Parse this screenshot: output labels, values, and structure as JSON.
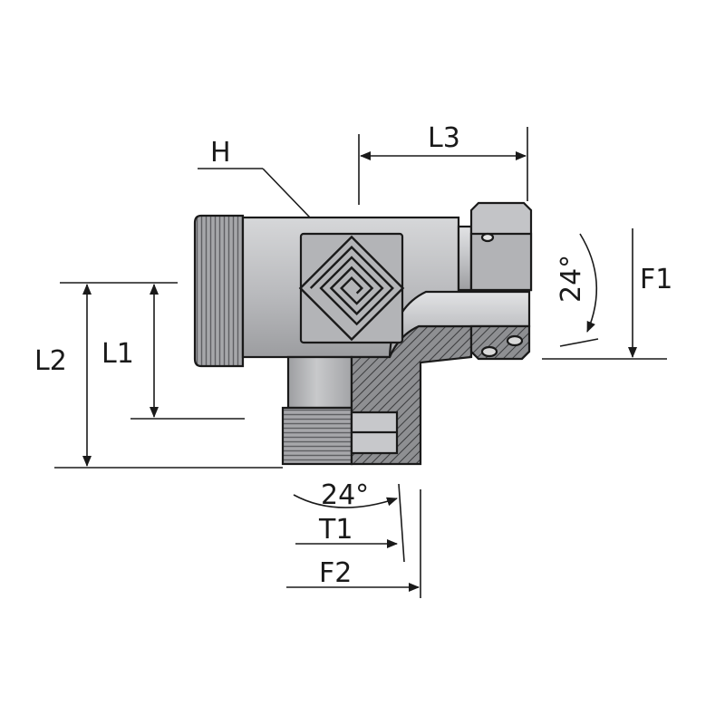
{
  "labels": {
    "h": "H",
    "l1": "L1",
    "l2": "L2",
    "l3": "L3",
    "f1": "F1",
    "f2": "F2",
    "t1": "T1",
    "angle_right": "24°",
    "angle_bottom": "24°"
  },
  "colors": {
    "body_light": "#c9cacc",
    "body_mid": "#a9aaad",
    "body_dark": "#8a8b8e",
    "outline": "#1a1a1a",
    "section": "#6e6f72"
  },
  "icons": {
    "logo": "square-spiral-logo-icon"
  }
}
